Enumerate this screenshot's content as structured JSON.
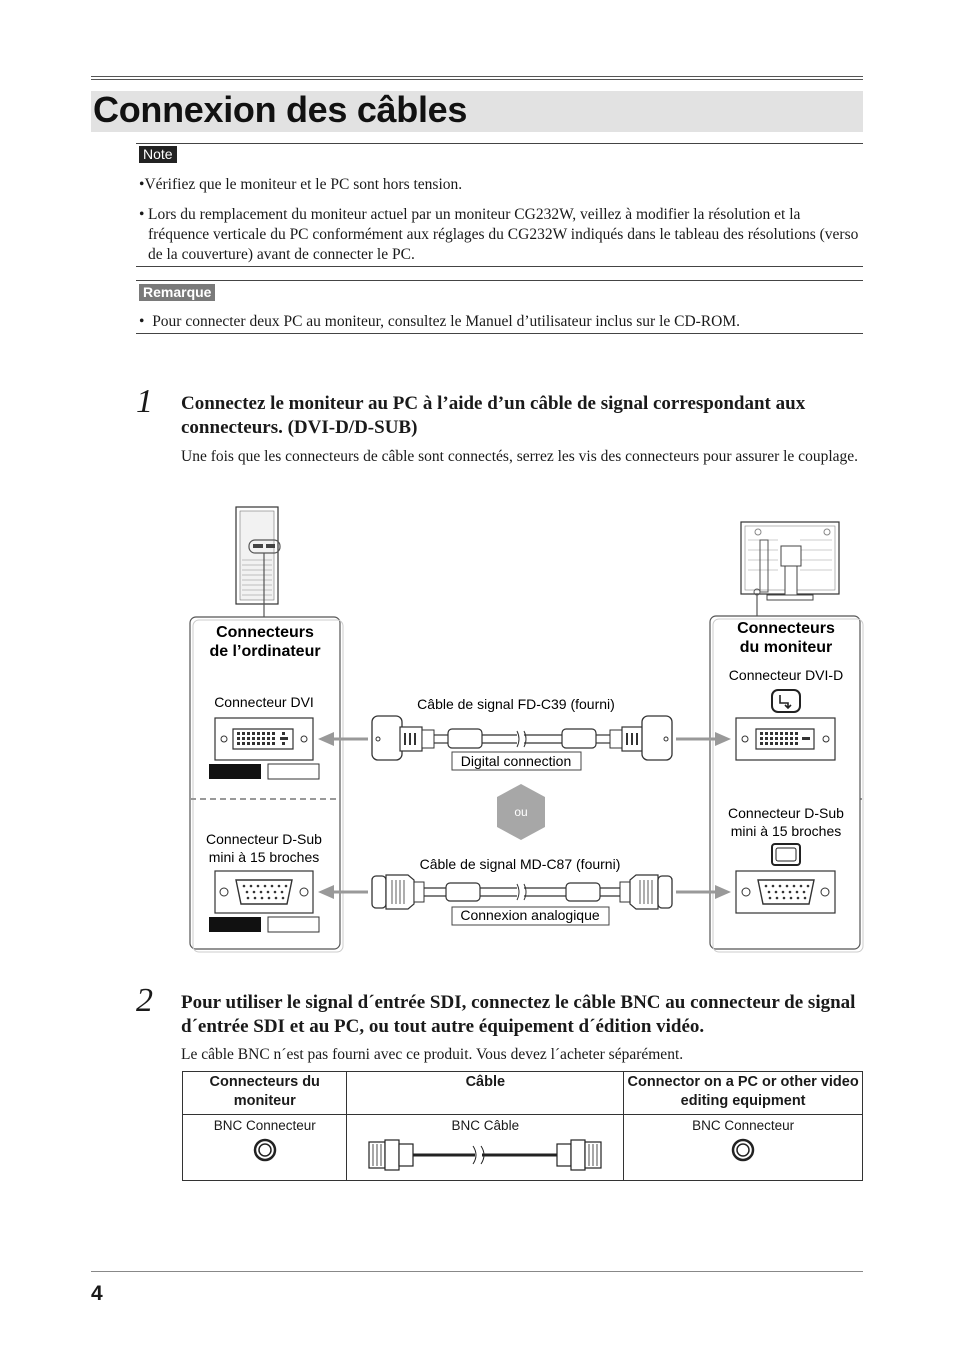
{
  "title": "Connexion des câbles",
  "note": {
    "label": "Note",
    "items": [
      "Vérifiez que le moniteur et le PC sont hors tension.",
      "Lors du remplacement du moniteur actuel par un moniteur CG232W, veillez à modifier la résolution et la fréquence verticale du PC conformément aux réglages du CG232W indiqués dans le tableau des résolutions (verso de la couverture) avant de connecter le PC."
    ]
  },
  "remarque": {
    "label": "Remarque",
    "items": [
      "Pour connecter deux PC au moniteur, consultez le Manuel d’utilisateur inclus sur le CD-ROM."
    ]
  },
  "step1": {
    "number": "1",
    "heading": "Connectez le moniteur au PC à l’aide d’un câble de signal correspondant aux connecteurs. (DVI-D/D-SUB)",
    "text": "Une fois que les connecteurs de câble sont connectés, serrez les vis des connecteurs pour assurer le couplage."
  },
  "diagram": {
    "pc_box_title_1": "Connecteurs",
    "pc_box_title_2": "de l’ordinateur",
    "monitor_box_title_1": "Connecteurs",
    "monitor_box_title_2": "du moniteur",
    "pc_dvi_label": "Connecteur DVI",
    "pc_dsub_label_1": "Connecteur D-Sub",
    "pc_dsub_label_2": "mini à 15 broches",
    "mon_dvi_label": "Connecteur DVI-D",
    "mon_dsub_label_1": "Connecteur D-Sub",
    "mon_dsub_label_2": "mini à 15 broches",
    "dvi_cable_label": "Câble de signal FD-C39 (fourni)",
    "dvi_caption": "Digital connection",
    "dsub_cable_label": "Câble de signal MD-C87 (fourni)",
    "dsub_caption": "Connexion analogique",
    "or_label": "ou"
  },
  "step2": {
    "number": "2",
    "heading": "Pour utiliser le signal d´entrée SDI, connectez le câble BNC au connecteur de signal d´entrée SDI et au PC, ou tout autre équipement d´édition vidéo.",
    "text": "Le câble BNC n´est pas fourni avec ce produit. Vous devez l´acheter séparément."
  },
  "bnc_table": {
    "headers": [
      "Connecteurs du moniteur",
      "Câble",
      "Connector on a PC or other video editing equipment"
    ],
    "cells": [
      "BNC Connecteur",
      "BNC Câble",
      "BNC Connecteur"
    ]
  },
  "page_number": "4"
}
